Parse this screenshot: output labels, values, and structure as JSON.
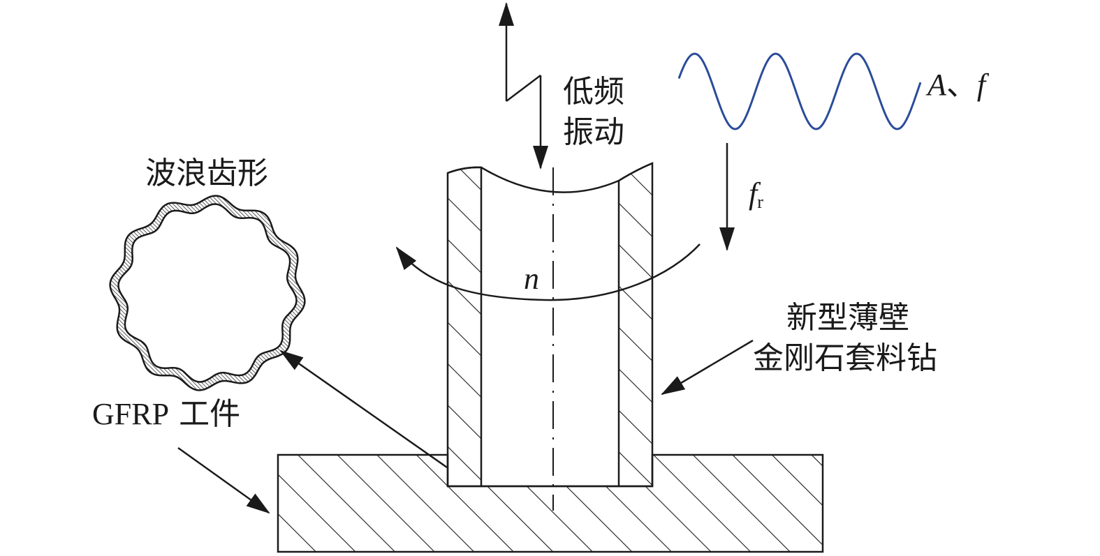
{
  "labels": {
    "vibration_line1": "低频",
    "vibration_line2": "振动",
    "wave_tooth": "波浪齿形",
    "amplitude_freq_A": "A",
    "amplitude_freq_sep": "、",
    "amplitude_freq_f": "f",
    "feed_f": "f",
    "feed_sub": "r",
    "rotation_n": "n",
    "tool_line1": "新型薄壁",
    "tool_line2": "金刚石套料钻",
    "workpiece_latin": "GFRP",
    "workpiece_cjk": "工件"
  },
  "colors": {
    "ink": "#1a1a1a",
    "wave": "#2b4c9a"
  }
}
